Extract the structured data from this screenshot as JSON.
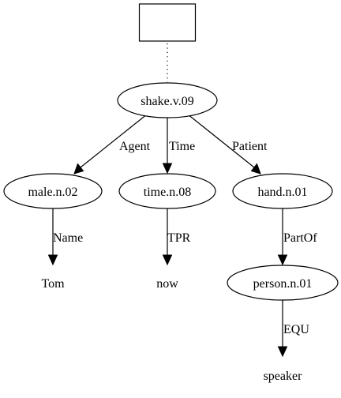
{
  "diagram": {
    "nodes": {
      "root_box": "",
      "shake": "shake.v.09",
      "male": "male.n.02",
      "time": "time.n.08",
      "hand": "hand.n.01",
      "person": "person.n.01",
      "tom": "Tom",
      "now": "now",
      "speaker": "speaker"
    },
    "edges": {
      "agent": "Agent",
      "time": "Time",
      "patient": "Patient",
      "name": "Name",
      "tpr": "TPR",
      "partof": "PartOf",
      "equ": "EQU"
    }
  }
}
